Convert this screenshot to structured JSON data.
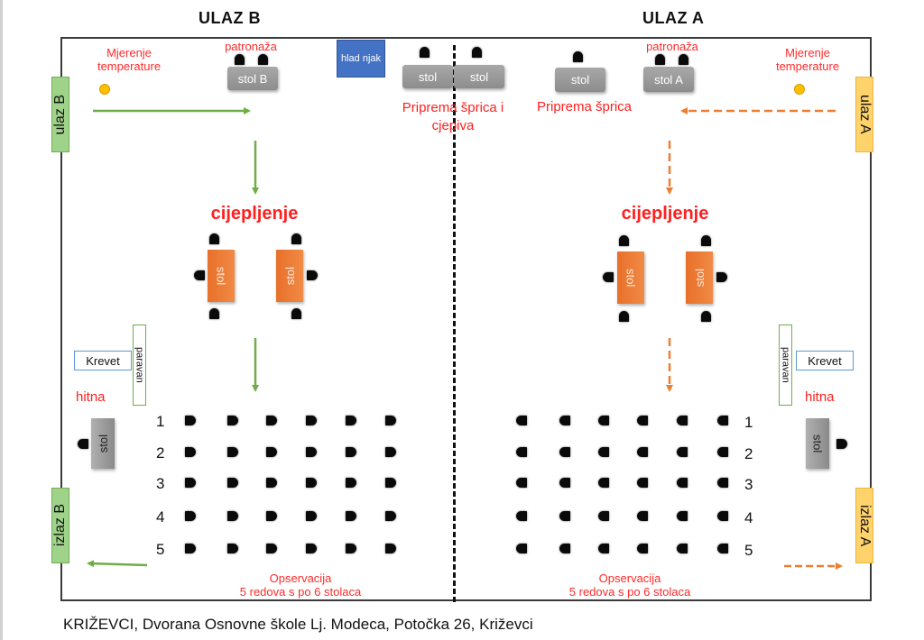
{
  "headers": {
    "left": "ULAZ  B",
    "right": "ULAZ  A"
  },
  "doors": {
    "entrance_b": "ulaz B",
    "entrance_a": "ulaz A",
    "exit_b": "izlaz B",
    "exit_a": "izlaz A"
  },
  "labels": {
    "temperature": "Mjerenje temperature",
    "patronaza": "patronaža",
    "fridge": "hlad njak",
    "prep_syringe_vaccine": "Priprema šprica i cjepiva",
    "prep_syringe": "Priprema šprica",
    "vaccination": "cijepljenje",
    "bed": "Krevet",
    "screen": "paravan",
    "emergency": "hitna",
    "observation_title": "Opservacija",
    "observation_detail": "5 redova s po 6 stolaca"
  },
  "tables": {
    "stol_b": "stol B",
    "stol_a": "stol A",
    "generic": "stol"
  },
  "observation": {
    "rows": [
      "1",
      "2",
      "3",
      "4",
      "5"
    ],
    "chairs_per_row": 6
  },
  "colors": {
    "label_red": "#ff2020",
    "entrance_b_green": "#9fd38a",
    "entrance_a_yellow": "#ffd36b",
    "flow_b_green": "#70ad47",
    "flow_a_orange": "#ed7d31",
    "vaccination_table_orange": "#ed7d31",
    "fridge_blue": "#4472c4",
    "temperature_dot": "#ffc000"
  },
  "caption": "KRIŽEVCI, Dvorana Osnovne škole Lj. Modeca, Potočka 26, Križevci"
}
